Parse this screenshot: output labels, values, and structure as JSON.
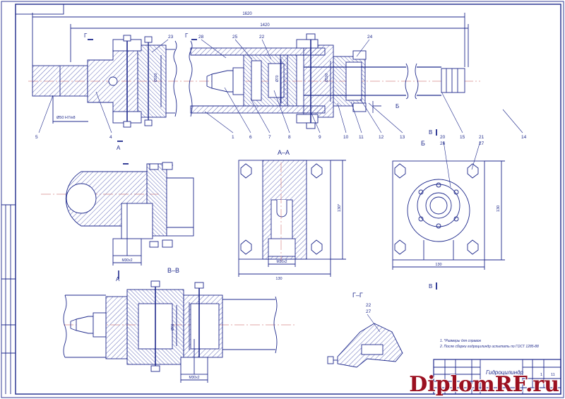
{
  "dimensions": {
    "overall": "1620",
    "body": "1420",
    "rod_bore": "Ø50 H7/e8",
    "width_1": "130",
    "height_1": "130*",
    "width_2": "130",
    "height_2": "130",
    "thread_1": "M30x2",
    "thread_2": "M30x2",
    "thread_3": "M30x2",
    "d1": "Ø100",
    "d2": "Ø70",
    "d3": "Ø100",
    "d4": "Ø60"
  },
  "section_labels": {
    "aa": "А–А",
    "vv": "В–В",
    "gg": "Г–Г",
    "b": "Б",
    "g_left": "Г",
    "g_right": "Г",
    "a_top": "А",
    "a_bottom": "А",
    "v_top": "В",
    "v_bottom": "В",
    "b_arrow": "Б"
  },
  "balloons": {
    "top": [
      "23",
      "28",
      "25",
      "22",
      "24"
    ],
    "bottom": [
      "5",
      "4",
      "1",
      "6",
      "7",
      "8",
      "9",
      "10",
      "11",
      "12",
      "13",
      "15",
      "14"
    ],
    "view_b": [
      "20",
      "26",
      "21",
      "27"
    ],
    "gg": [
      "22",
      "27"
    ]
  },
  "notes": [
    "1. *Размеры для справок",
    "2. После сборки гидроцилиндр испытать по ГОСТ 1285-88"
  ],
  "title_block": {
    "name": "Гидроцилиндр",
    "sheet": "1",
    "sheets": "11"
  },
  "watermark": "DiplomRF.ru",
  "colors": {
    "line": "#1f2a8c",
    "hatch": "#3b46a8",
    "brand": "#9b1020",
    "center": "#d98a8a"
  }
}
